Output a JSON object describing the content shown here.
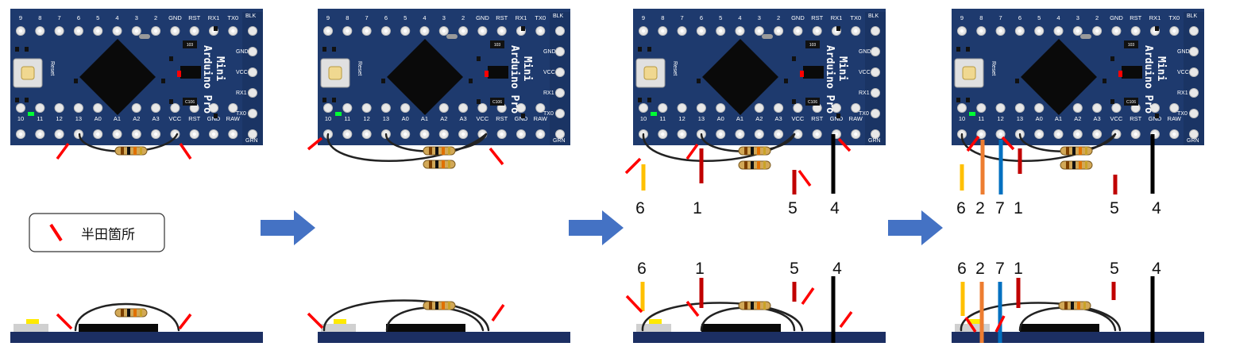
{
  "legend": {
    "label": "半田箇所"
  },
  "board": {
    "top_pins": [
      "9",
      "8",
      "7",
      "6",
      "5",
      "4",
      "3",
      "2",
      "GND",
      "RST",
      "RX1",
      "TX0"
    ],
    "bottom_pins": [
      "10",
      "11",
      "12",
      "13",
      "A0",
      "A1",
      "A2",
      "A3",
      "VCC",
      "RST",
      "GND",
      "RAW"
    ],
    "right_pins": [
      "BLK",
      "GND",
      "VCC",
      "RX1",
      "TX0",
      "GRN"
    ],
    "reset_label": "Reset",
    "brand_lines": [
      "Arduino Pro",
      "Mini"
    ],
    "chip_labels": [
      "103",
      "C106"
    ]
  },
  "wire_labels": {
    "panel3_top": [
      "6",
      "1",
      "5",
      "4"
    ],
    "panel3_side": [
      "6",
      "1",
      "5",
      "4"
    ],
    "panel4_top": [
      "6",
      "2",
      "7",
      "1",
      "5",
      "4"
    ],
    "panel4_side": [
      "6",
      "2",
      "7",
      "1",
      "5",
      "4"
    ]
  },
  "colors": {
    "board": "#1e3a6e",
    "side_board": "#1c2f63",
    "solder_mark": "#ff0000",
    "arrow": "#4472c4",
    "wire_red": "#c00000",
    "wire_yellow": "#ffc000",
    "wire_orange": "#ed7d31",
    "wire_blue": "#0070c0",
    "wire_black": "#000000"
  }
}
